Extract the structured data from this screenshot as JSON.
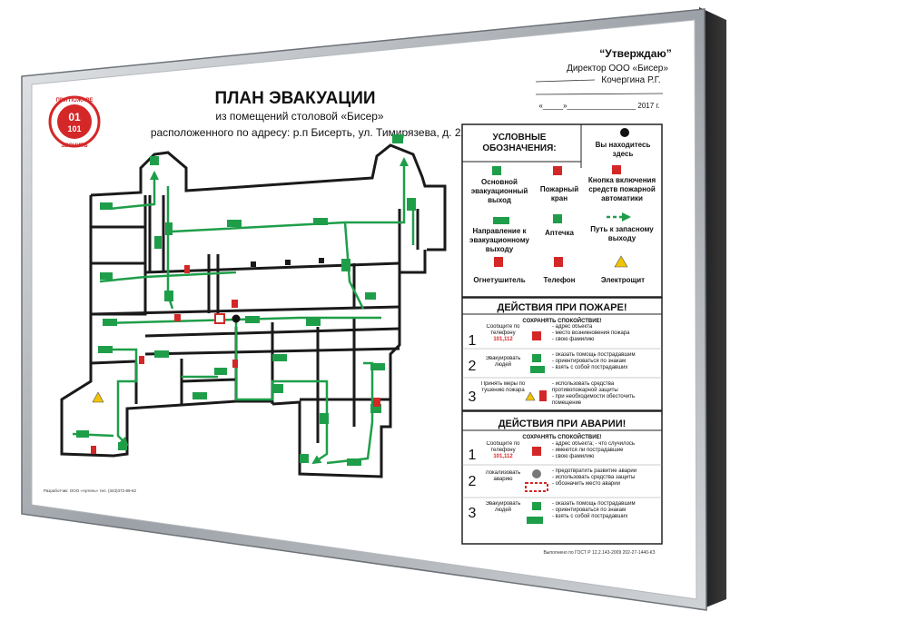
{
  "badge": {
    "top_text": "ПРИ ПОЖАРЕ",
    "num1": "01",
    "num2": "101",
    "bottom_text": "ЗВОНИТЬ"
  },
  "header": {
    "title": "ПЛАН ЭВАКУАЦИИ",
    "subtitle": "из помещений столовой «Бисер»",
    "address": "расположенного по адресу: р.п Бисерть, ул. Тимирязева, д. 22"
  },
  "approval": {
    "title": "“Утверждаю”",
    "position": "Директор ООО «Бисер»",
    "name": "Кочергина Р.Г.",
    "date": "«_____»_________________ 2017 г."
  },
  "legend": {
    "title_line1": "УСЛОВНЫЕ",
    "title_line2": "ОБОЗНАЧЕНИЯ:",
    "you_are_here": "Вы находитесь здесь",
    "items": [
      {
        "label": "Основной эвакуационный выход",
        "icon": "exit-icon"
      },
      {
        "label": "Пожарный кран",
        "icon": "fire-hose-icon"
      },
      {
        "label": "Кнопка включения средств пожарной автоматики",
        "icon": "alarm-button-icon"
      },
      {
        "label": "Направление к эвакуационному выходу",
        "icon": "direction-icon"
      },
      {
        "label": "Аптечка",
        "icon": "first-aid-icon"
      },
      {
        "label": "Путь к запасному выходу",
        "icon": "dashed-arrow-icon"
      },
      {
        "label": "Огнетушитель",
        "icon": "extinguisher-icon"
      },
      {
        "label": "Телефон",
        "icon": "phone-icon"
      },
      {
        "label": "Электрощит",
        "icon": "electric-icon"
      }
    ]
  },
  "fire": {
    "title": "ДЕЙСТВИЯ ПРИ ПОЖАРЕ!",
    "calm": "СОХРАНЯТЬ СПОКОЙСТВИЕ!",
    "steps": [
      {
        "num": "1",
        "action": "Сообщите по телефону",
        "phones": "101,112",
        "details": "- адрес объекта\n- место возникновения пожара\n- свою фамилию"
      },
      {
        "num": "2",
        "action": "Эвакуировать людей",
        "phones": "",
        "details": "- оказать помощь пострадавшим\n- ориентироваться по знакам\n- взять с собой пострадавших"
      },
      {
        "num": "3",
        "action": "Принять меры по тушению пожара",
        "phones": "",
        "details": "- использовать средства противопожарной защиты\n- при необходимости обесточить помещение"
      }
    ]
  },
  "accident": {
    "title": "ДЕЙСТВИЯ ПРИ АВАРИИ!",
    "calm": "СОХРАНЯТЬ СПОКОЙСТВИЕ!",
    "steps": [
      {
        "num": "1",
        "action": "Сообщите по телефону",
        "phones": "101,112",
        "details": "- адрес объекта; - что случилось\n- имеются ли пострадавшие\n- свою фамилию"
      },
      {
        "num": "2",
        "action": "Локализовать аварию",
        "phones": "",
        "details": "- предотвратить развитие аварии\n- использовать средства защиты\n- обозначить место аварии"
      },
      {
        "num": "3",
        "action": "Эвакуировать людей",
        "phones": "",
        "details": "- оказать помощь пострадавшим\n- ориентироваться по знакам\n- взять с собой пострадавших"
      }
    ]
  },
  "footer": {
    "developer": "Разработчик: ООО «Артель» тел. (343)372-89-62",
    "standard": "Выполнено по ГОСТ Р 12.2.143-2009  202-27-1440-КЗ"
  },
  "colors": {
    "green": "#1f9e4a",
    "red": "#d42727",
    "wall": "#1a1a1a",
    "frame": "#9ea3aa"
  }
}
